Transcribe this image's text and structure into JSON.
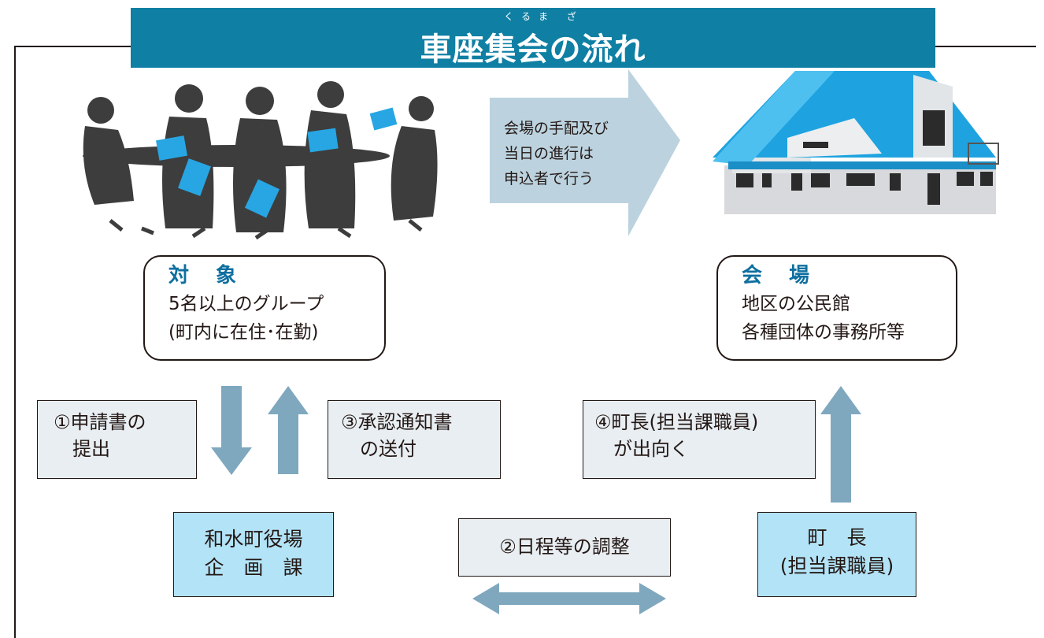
{
  "title": {
    "ruby": "くるま ざ",
    "text": "車座集会の流れ"
  },
  "arrow_note": {
    "lines": [
      "会場の手配及び",
      "当日の進行は",
      "申込者で行う"
    ]
  },
  "target_box": {
    "heading": "対　象",
    "lines": [
      "5名以上のグループ",
      "(町内に在住･在勤)"
    ]
  },
  "venue_box": {
    "heading": "会　場",
    "lines": [
      "地区の公民館",
      "各種団体の事務所等"
    ]
  },
  "step1": {
    "lines": [
      "①申請書の",
      "　提出"
    ]
  },
  "step3": {
    "lines": [
      "③承認通知書",
      "　の送付"
    ]
  },
  "step4": {
    "lines": [
      "④町長(担当課職員)",
      "　が出向く"
    ]
  },
  "step2": {
    "label": "②日程等の調整"
  },
  "office_box": {
    "lines": [
      "和水町役場",
      "企　画　課"
    ]
  },
  "mayor_box": {
    "lines": [
      "町　長",
      "(担当課職員)"
    ]
  },
  "colors": {
    "title_bg": "#0f7fa3",
    "arrow": "#7fa8bf",
    "light_box": "#e8eef2",
    "blue_box": "#b3e3f7",
    "heading": "#0f6fa0",
    "roof": "#1ea3e0"
  }
}
